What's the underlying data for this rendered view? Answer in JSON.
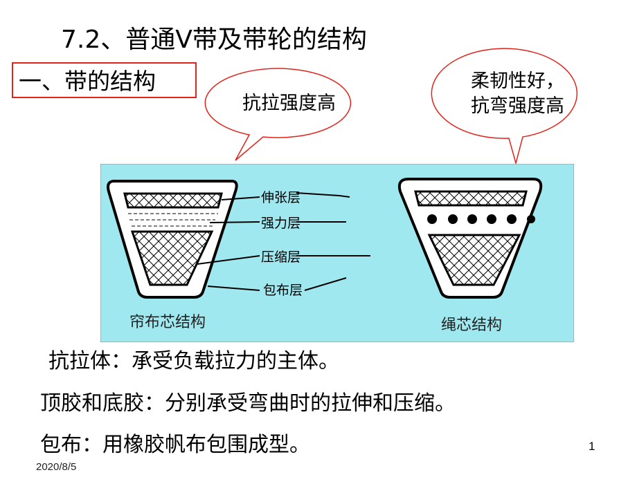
{
  "title": "7.2、普通V带及带轮的结构",
  "section_heading": "一、带的结构",
  "callouts": {
    "left": "抗拉强度高",
    "right_line1": "柔韧性好，",
    "right_line2": "抗弯强度高"
  },
  "diagram": {
    "labels": [
      "伸张层",
      "强力层",
      "压缩层",
      "包布层"
    ],
    "left_caption": "帘布芯结构",
    "right_caption": "绳芯结构",
    "background": "#9fe8f0"
  },
  "body": [
    "抗拉体：承受负载拉力的主体。",
    "顶胶和底胶：分别承受弯曲时的拉伸和压缩。",
    "包布：用橡胶帆布包围成型。"
  ],
  "footer": {
    "date": "2020/8/5",
    "page": "1"
  }
}
